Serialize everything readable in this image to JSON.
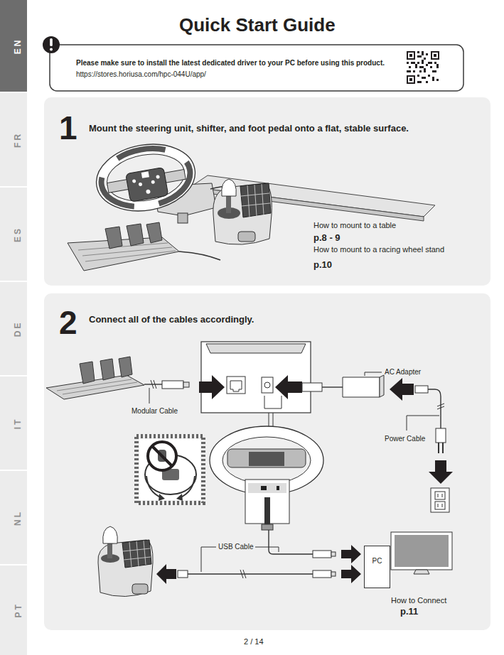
{
  "diagram": {
    "title": "Quick Start Guide",
    "nodes": [
      {
        "text": [
          "EN"
        ]
      },
      {
        "text": [
          "FR"
        ]
      },
      {
        "text": [
          "ES"
        ]
      },
      {
        "text": [
          "DE"
        ]
      },
      {
        "text": [
          "IT"
        ]
      },
      {
        "text": [
          "NL"
        ]
      },
      {
        "text": [
          "PT"
        ]
      },
      {
        "text": [
          "Please make sure to install the latest dedicated driver to your PC before using this product.",
          "https://stores.horiusa.com/hpc-044U/app/"
        ]
      },
      {
        "text": [
          "1",
          "Mount the steering unit, shifter, and foot pedal onto a flat, stable surface.",
          "How to mount to a table",
          "p.8 - 9",
          "How to mount to a racing wheel stand",
          "p.10"
        ]
      },
      {
        "text": [
          "2",
          "Connect all of the cables accordingly.",
          "How to Connect",
          "p.11"
        ]
      },
      {
        "text": [
          "PC"
        ],
        "in": 9
      }
    ],
    "labels": [
      "Modular Cable",
      "AC Adapter",
      "Power Cable",
      "USB Cable",
      "2 / 14"
    ]
  }
}
